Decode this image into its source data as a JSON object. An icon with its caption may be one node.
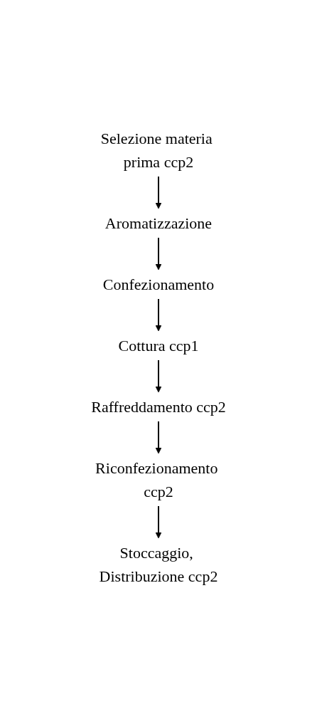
{
  "diagram": {
    "nodes": [
      {
        "text": [
          "Selezione materia prima"
        ],
        "beside": [
          "ccp2"
        ]
      },
      {
        "text": [
          "Aromatizzazione"
        ]
      },
      {
        "text": [
          "Confezionamento"
        ]
      },
      {
        "text": [
          "Cottura"
        ],
        "beside": [
          "ccp1"
        ]
      },
      {
        "text": [
          "Raffreddamento"
        ],
        "beside": [
          "ccp2"
        ]
      },
      {
        "text": [
          "Riconfezionamento"
        ],
        "beside": [
          "ccp2"
        ]
      },
      {
        "text": [
          "Stoccaggio, Distribuzione"
        ],
        "beside": [
          "ccp2"
        ]
      }
    ],
    "edges": [
      {
        "from": 0,
        "to": 1,
        "arrow": "to"
      },
      {
        "from": 1,
        "to": 2,
        "arrow": "to"
      },
      {
        "from": 2,
        "to": 3,
        "arrow": "to"
      },
      {
        "from": 3,
        "to": 4,
        "arrow": "to"
      },
      {
        "from": 4,
        "to": 5,
        "arrow": "to"
      },
      {
        "from": 5,
        "to": 6,
        "arrow": "to"
      }
    ]
  }
}
